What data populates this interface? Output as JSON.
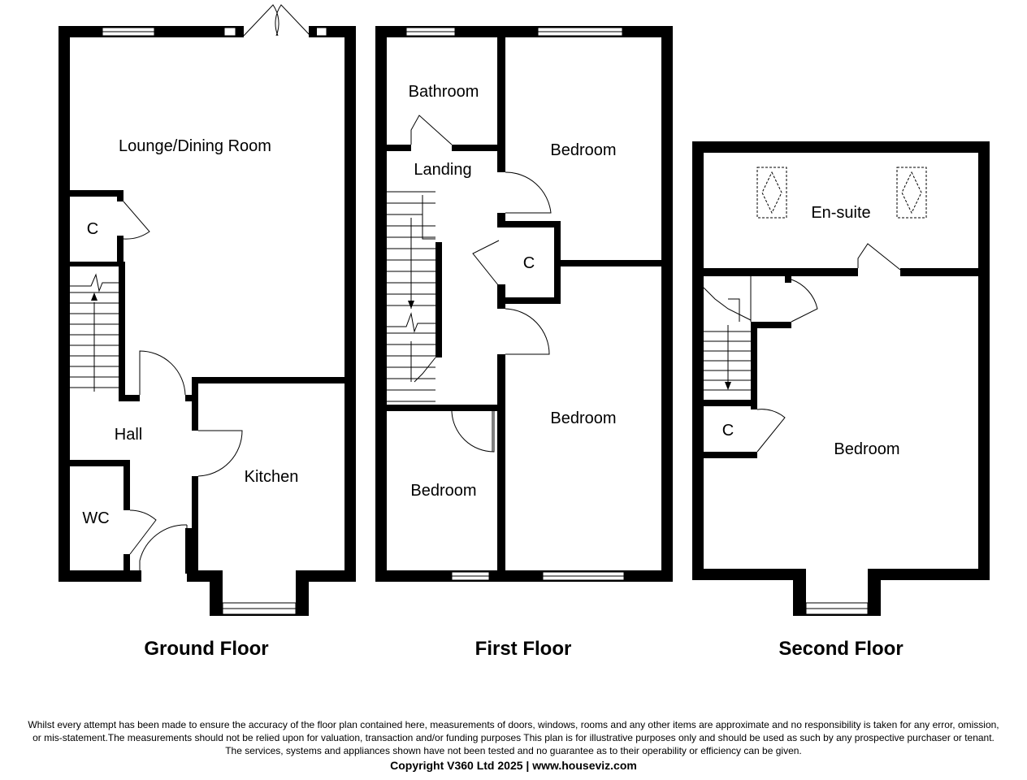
{
  "floors": {
    "ground": {
      "title": "Ground Floor",
      "rooms": {
        "lounge": "Lounge/Dining Room",
        "cupboard": "C",
        "hall": "Hall",
        "wc": "WC",
        "kitchen": "Kitchen"
      }
    },
    "first": {
      "title": "First Floor",
      "rooms": {
        "bathroom": "Bathroom",
        "landing": "Landing",
        "bedroom_top": "Bedroom",
        "cupboard": "C",
        "bedroom_right": "Bedroom",
        "bedroom_left": "Bedroom"
      }
    },
    "second": {
      "title": "Second Floor",
      "rooms": {
        "ensuite": "En-suite",
        "cupboard": "C",
        "bedroom": "Bedroom"
      }
    }
  },
  "disclaimer": {
    "line1": "Whilst every attempt has been made to ensure the accuracy of the floor plan contained here, measurements of doors, windows, rooms and any other items are approximate and no responsibility is taken for any error, omission,",
    "line2": "or mis-statement.The measurements should not be relied upon for valuation, transaction and/or funding purposes This plan is for illustrative purposes only and should be used as such by any prospective purchaser or tenant.",
    "line3": "The services, systems and appliances shown have not been tested and no guarantee as to their operability or efficiency can be given.",
    "copyright": "Copyright V360 Ltd 2025 | www.houseviz.com"
  }
}
